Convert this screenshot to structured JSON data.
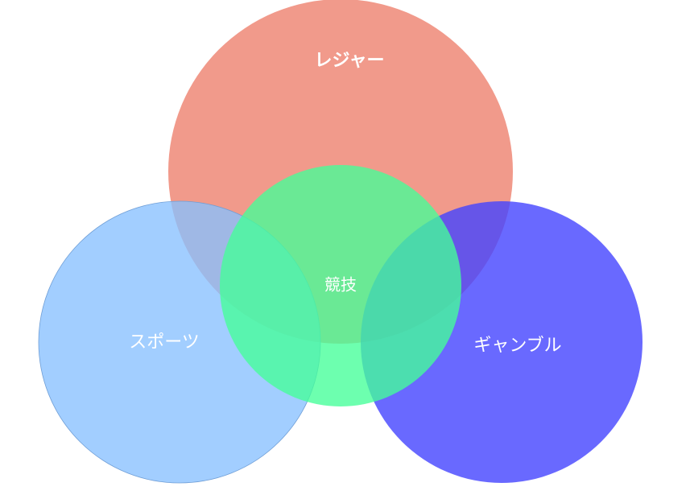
{
  "venn": {
    "sets": [
      {
        "key": "leisure",
        "label": "レジャー",
        "color": "#EE8877"
      },
      {
        "key": "sports",
        "label": "スポーツ",
        "color": "#88C0FF"
      },
      {
        "key": "gamble",
        "label": "ギャンブル",
        "color": "#4444FF"
      },
      {
        "key": "compete",
        "label": "競技",
        "color": "#44FF99"
      }
    ]
  }
}
